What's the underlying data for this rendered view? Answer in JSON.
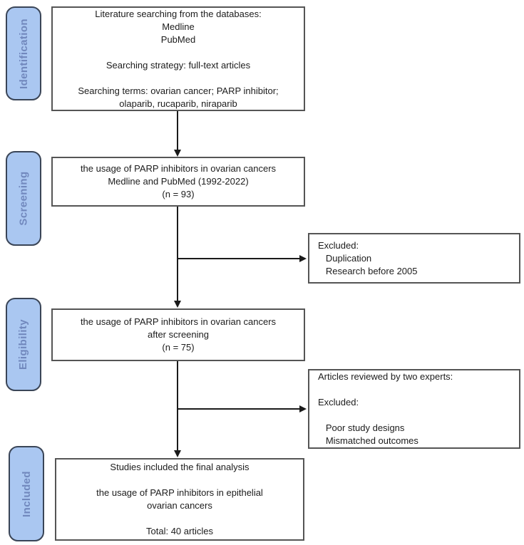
{
  "diagram": {
    "title": "PRISMA literature selection flow diagram",
    "colors": {
      "stage_fill": "#aac7f1",
      "stage_border": "#3a4557",
      "stage_text": "#7188bd",
      "box_border": "#555555",
      "arrow": "#1a1a1a"
    },
    "stages": [
      {
        "label": "Identification"
      },
      {
        "label": "Screening"
      },
      {
        "label": "Eligibility"
      },
      {
        "label": "Included"
      }
    ],
    "boxes": {
      "literature_search": {
        "lines": [
          "Literature searching from the databases:",
          "Medline",
          "PubMed",
          "",
          "Searching strategy: full-text articles",
          "",
          "Searching terms: ovarian cancer; PARP inhibitor;",
          "olaparib, rucaparib, niraparib"
        ]
      },
      "screening_result": {
        "lines": [
          "the usage of PARP inhibitors in ovarian cancers",
          "Medline and PubMed (1992-2022)",
          "(n = 93)"
        ]
      },
      "excluded_screening": {
        "lines": [
          "Excluded:",
          "   Duplication",
          "   Research before 2005"
        ]
      },
      "eligibility_result": {
        "lines": [
          "the usage of PARP inhibitors in ovarian cancers",
          "after screening",
          "(n = 75)"
        ]
      },
      "excluded_eligibility": {
        "lines": [
          "Articles reviewed by two experts:",
          "",
          "Excluded:",
          "",
          "   Poor study designs",
          "   Mismatched outcomes"
        ]
      },
      "included_final": {
        "lines": [
          "Studies included the final analysis",
          "",
          "the usage of PARP inhibitors in epithelial",
          "ovarian cancers",
          "",
          "Total: 40 articles"
        ]
      }
    }
  }
}
